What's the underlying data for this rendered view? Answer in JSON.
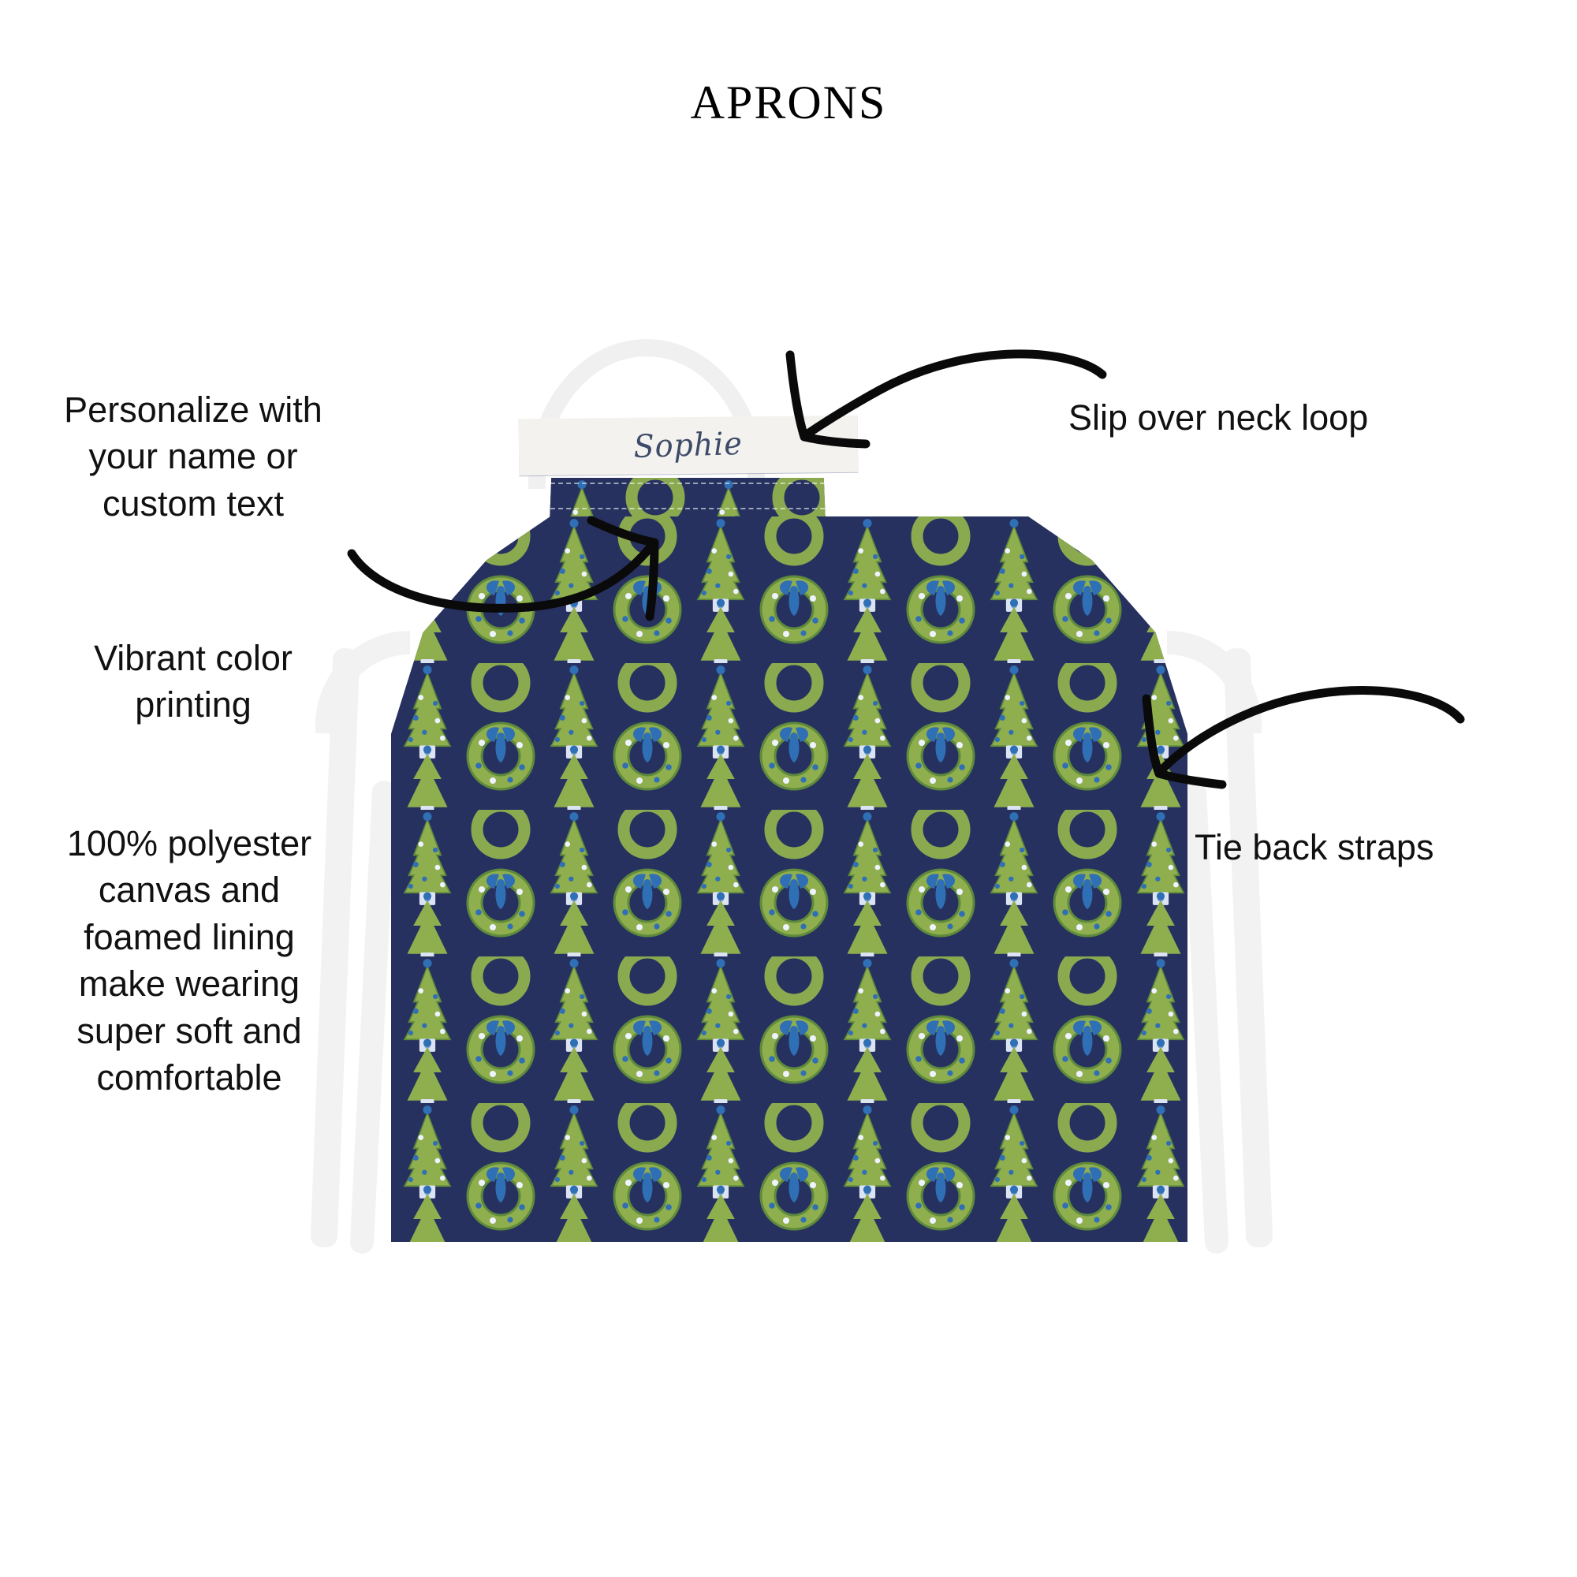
{
  "page": {
    "title": "Aprons",
    "background_color": "#ffffff",
    "text_color": "#111111"
  },
  "product": {
    "name_band": {
      "value": "Sophie",
      "band_color": "#f3f2ee",
      "text_color": "#3d4a68"
    },
    "fabric": {
      "base_color": "#27315f",
      "motif_colors": {
        "foliage_green": "#8fae4e",
        "foliage_dark": "#5e8a3c",
        "bow_blue": "#2f6fb5",
        "ornament_white": "#eef3ff",
        "trunk_white": "#dce4f4"
      },
      "motifs": [
        "christmas-tree",
        "wreath"
      ]
    },
    "strap_color": "#f0f0f0"
  },
  "callouts": [
    {
      "id": "personalize",
      "text": "Personalize with\nyour name or\ncustom text",
      "side": "left"
    },
    {
      "id": "vibrant",
      "text": "Vibrant color\nprinting",
      "side": "left"
    },
    {
      "id": "material",
      "text": "100% polyester\ncanvas and\nfoamed lining\nmake wearing\nsuper soft and\ncomfortable",
      "side": "left"
    },
    {
      "id": "neck",
      "text": "Slip over neck loop",
      "side": "right"
    },
    {
      "id": "tie",
      "text": "Tie back straps",
      "side": "right"
    }
  ],
  "arrows": [
    {
      "id": "arrow-to-neck-loop",
      "points_to": "neck-loop",
      "direction": "down-left"
    },
    {
      "id": "arrow-to-name-band",
      "points_to": "name-band",
      "direction": "up-right"
    },
    {
      "id": "arrow-to-tie-strap",
      "points_to": "tie-strap",
      "direction": "down-left"
    }
  ]
}
